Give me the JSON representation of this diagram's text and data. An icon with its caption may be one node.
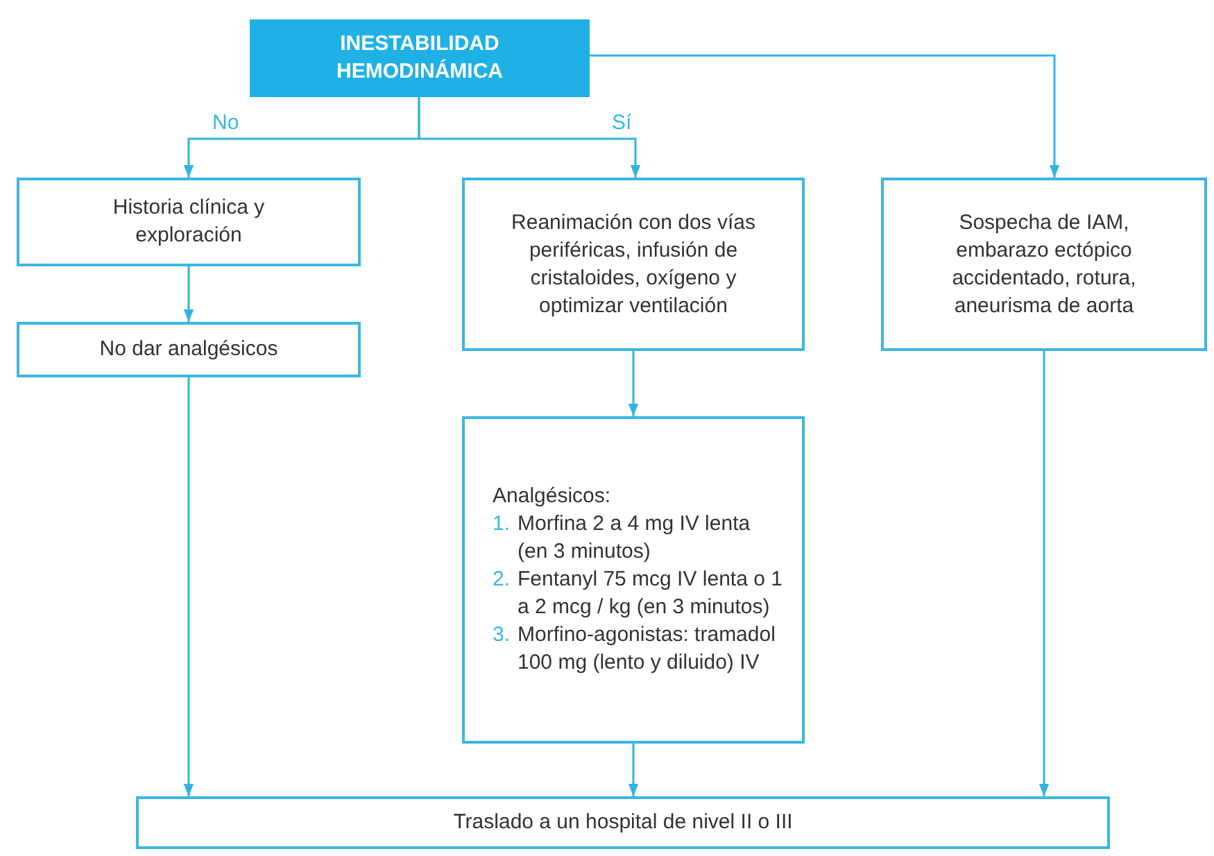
{
  "diagram": {
    "nodes": [
      {
        "text": [
          "INESTABILIDAD HEMODINÁMICA"
        ]
      },
      {
        "text": [
          "Historia clínica y exploración"
        ]
      },
      {
        "text": [
          "Reanimación con dos vías periféricas, infusión de cristaloides, oxígeno y optimizar ventilación"
        ]
      },
      {
        "text": [
          "Sospecha de IAM, embarazo ectópico accidentado, rotura, aneurisma de aorta"
        ]
      },
      {
        "text": [
          "No dar analgésicos"
        ]
      },
      {
        "text": [
          "Analgésicos:",
          "1. Morfina 2 a 4 mg IV lenta (en 3 minutos)",
          "2. Fentanyl 75 mcg IV lenta o 1 a 2 mcg / kg (en 3 minutos)",
          "3. Morfino-agonistas: tramadol 100 mg (lento y diluido) IV"
        ]
      },
      {
        "text": [
          "Traslado a un hospital de nivel II o III"
        ]
      }
    ],
    "edges": [
      {
        "from": 0,
        "to": 1,
        "arrow": "to",
        "label": "No"
      },
      {
        "from": 0,
        "to": 2,
        "arrow": "to",
        "label": "Sí"
      },
      {
        "from": 0,
        "to": 3,
        "arrow": "to"
      },
      {
        "from": 1,
        "to": 4,
        "arrow": "to"
      },
      {
        "from": 2,
        "to": 5,
        "arrow": "to"
      },
      {
        "from": 4,
        "to": 6,
        "arrow": "to"
      },
      {
        "from": 5,
        "to": 6,
        "arrow": "to"
      },
      {
        "from": 3,
        "to": 6,
        "arrow": "to"
      }
    ]
  }
}
